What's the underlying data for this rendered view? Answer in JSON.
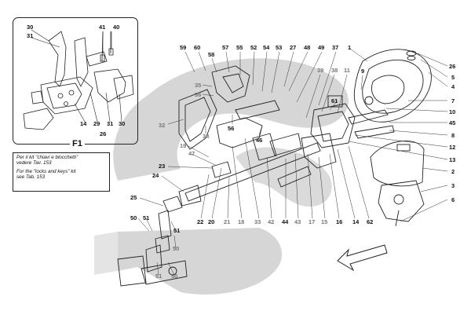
{
  "inset": {
    "title": "F1",
    "callouts": [
      "30",
      "31",
      "41",
      "40",
      "14",
      "29",
      "31",
      "30",
      "26"
    ]
  },
  "notes": {
    "line_it_1": "Per il kit \"chiavi e blocchetti\"",
    "line_it_2": "vedere Tav. 153",
    "line_en_1": "For the \"locks and keys\" kit",
    "line_en_2": "see Tab. 153"
  },
  "callouts": {
    "top_row": [
      "59",
      "60",
      "58",
      "57",
      "55",
      "52",
      "54",
      "53",
      "27",
      "48",
      "49",
      "37",
      "1"
    ],
    "upper_mid": [
      "39",
      "38",
      "11",
      "9",
      "35",
      "36",
      "56",
      "46",
      "61"
    ],
    "right_column": [
      "26",
      "5",
      "4",
      "7",
      "10",
      "45",
      "8",
      "12",
      "13",
      "2",
      "3",
      "6"
    ],
    "left_mid": [
      "32",
      "34",
      "19",
      "47",
      "23",
      "24",
      "25",
      "50",
      "51",
      "51",
      "50",
      "50",
      "51"
    ],
    "bottom_row": [
      "22",
      "20",
      "21",
      "18",
      "33",
      "42",
      "44",
      "43",
      "17",
      "15",
      "16",
      "14",
      "62"
    ]
  },
  "colors": {
    "watermark": "#d4d4d4",
    "line": "#222222",
    "inset_border": "#222222"
  },
  "icons": {
    "direction_arrow": "outline-arrow-icon"
  }
}
